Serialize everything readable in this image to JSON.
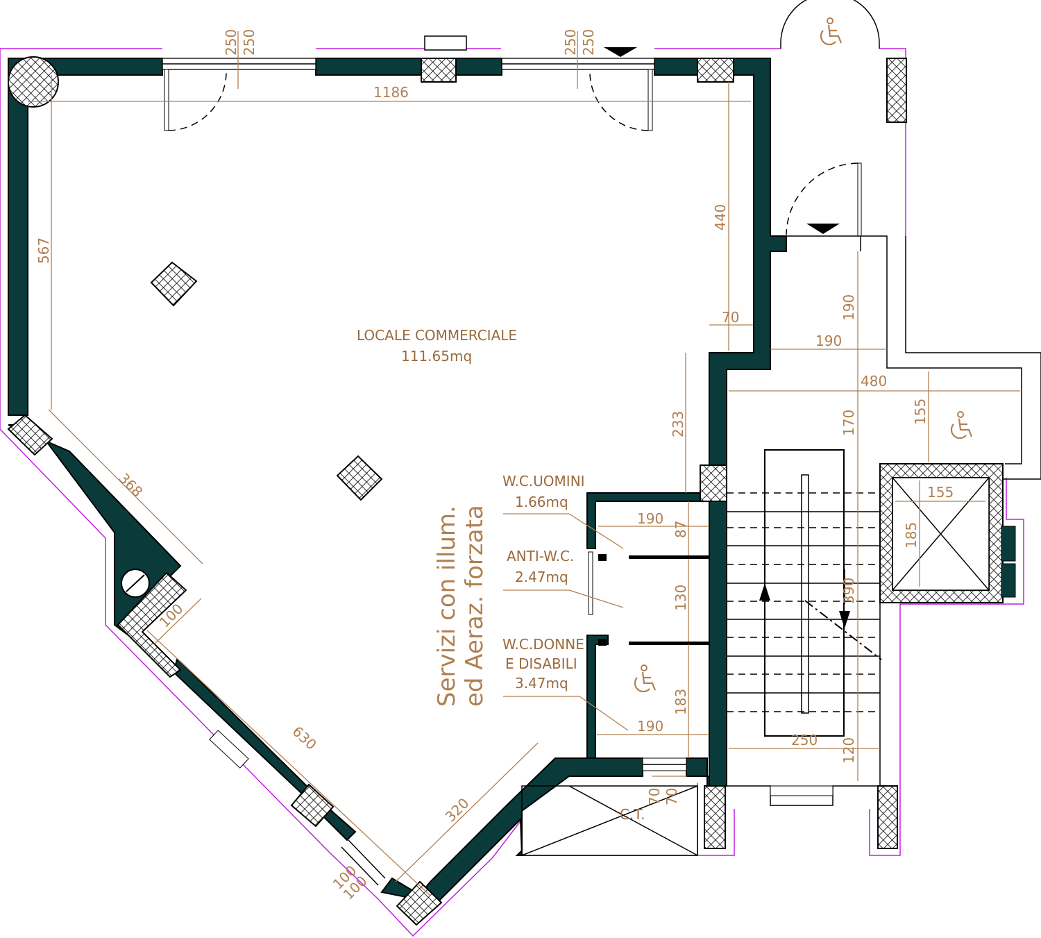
{
  "colors": {
    "wall": "#0b3a3a",
    "dimension": "#b08050",
    "outline": "#c020e0"
  },
  "rooms": {
    "main_name": "LOCALE COMMERCIALE",
    "main_area": "111.65mq",
    "wc_men_name": "W.C.UOMINI",
    "wc_men_area": "1.66mq",
    "anti_wc_name": "ANTI-W.C.",
    "anti_wc_area": "2.47mq",
    "wc_women_line1": "W.C.DONNE",
    "wc_women_line2": "E DISABILI",
    "wc_women_area": "3.47mq",
    "services_line1": "Servizi con illum.",
    "services_line2": "ed Aeraz. forzata",
    "ct_label": "C.T."
  },
  "dimensions": {
    "top_width": "1186",
    "window1_a": "250",
    "window1_b": "250",
    "window2_a": "250",
    "window2_b": "250",
    "left_wall": "567",
    "diag_upper": "368",
    "diag_lower": "630",
    "diag_100": "100",
    "diag_320": "320",
    "door_a": "100",
    "door_b": "100",
    "right_440": "440",
    "right_70": "70",
    "right_233": "233",
    "wc_190_top": "190",
    "wc_87": "87",
    "wc_130": "130",
    "wc_183": "183",
    "wc_190_bottom": "190",
    "ct_70_a": "70",
    "ct_70_b": "70",
    "hall_190_h": "190",
    "hall_190_v": "190",
    "hall_480": "480",
    "hall_170": "170",
    "hall_155_v": "155",
    "lift_155": "155",
    "lift_185": "185",
    "stair_390": "390",
    "stair_250": "250",
    "stair_120": "120"
  },
  "icons": [
    "wheelchair-icon",
    "entrance-arrow-icon",
    "column-hatch-icon",
    "lift-cross-icon"
  ]
}
